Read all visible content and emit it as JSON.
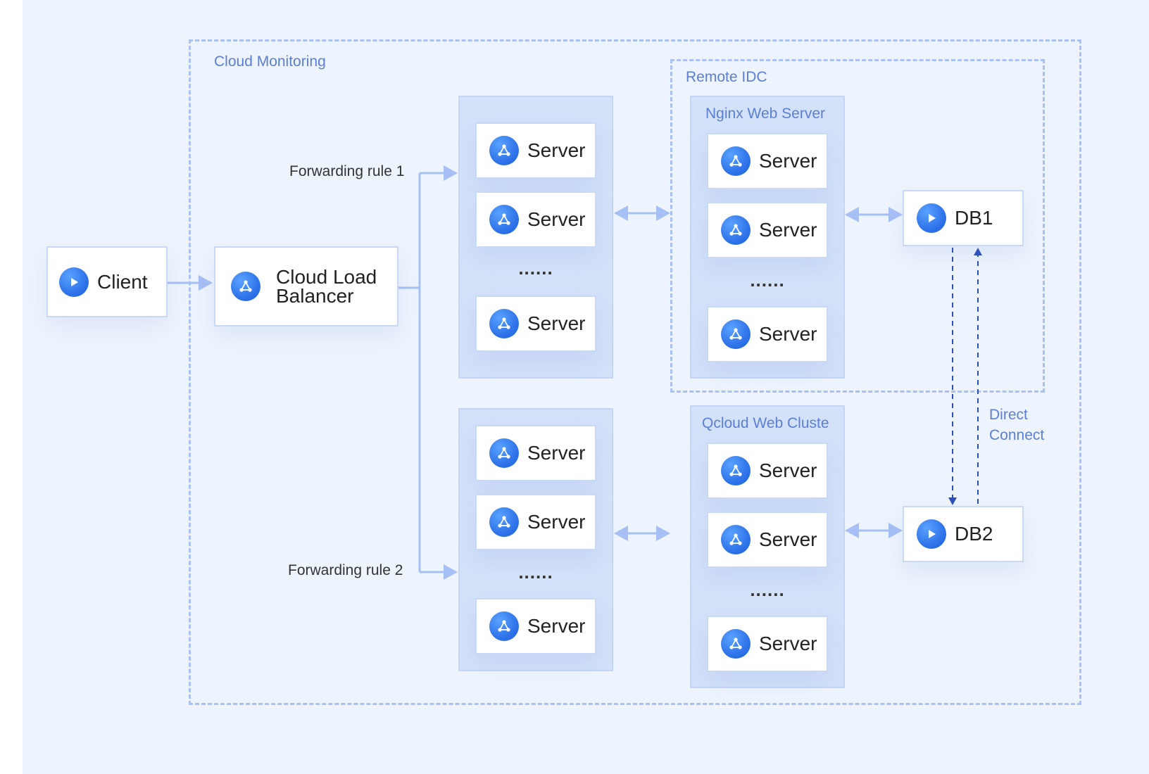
{
  "groups": {
    "cloud_monitoring": "Cloud Monitoring",
    "remote_idc": "Remote IDC",
    "nginx": "Nginx Web Server",
    "qcloud": "Qcloud Web Cluste"
  },
  "nodes": {
    "client": "Client",
    "clb_line1": "Cloud Load",
    "clb_line2": "Balancer",
    "server": "Server",
    "db1": "DB1",
    "db2": "DB2",
    "ellipsis": "......"
  },
  "rules": {
    "rule1": "Forwarding rule 1",
    "rule2": "Forwarding rule 2"
  },
  "direct_connect": {
    "line1": "Direct",
    "line2": "Connect"
  },
  "colors": {
    "arrow": "#a6bff5",
    "dashed_arrow": "#2a4fb8",
    "group_text": "#5b7fd6",
    "icon": "#2f74ea"
  },
  "icons": {
    "play": "play-icon",
    "network": "network-icon"
  }
}
